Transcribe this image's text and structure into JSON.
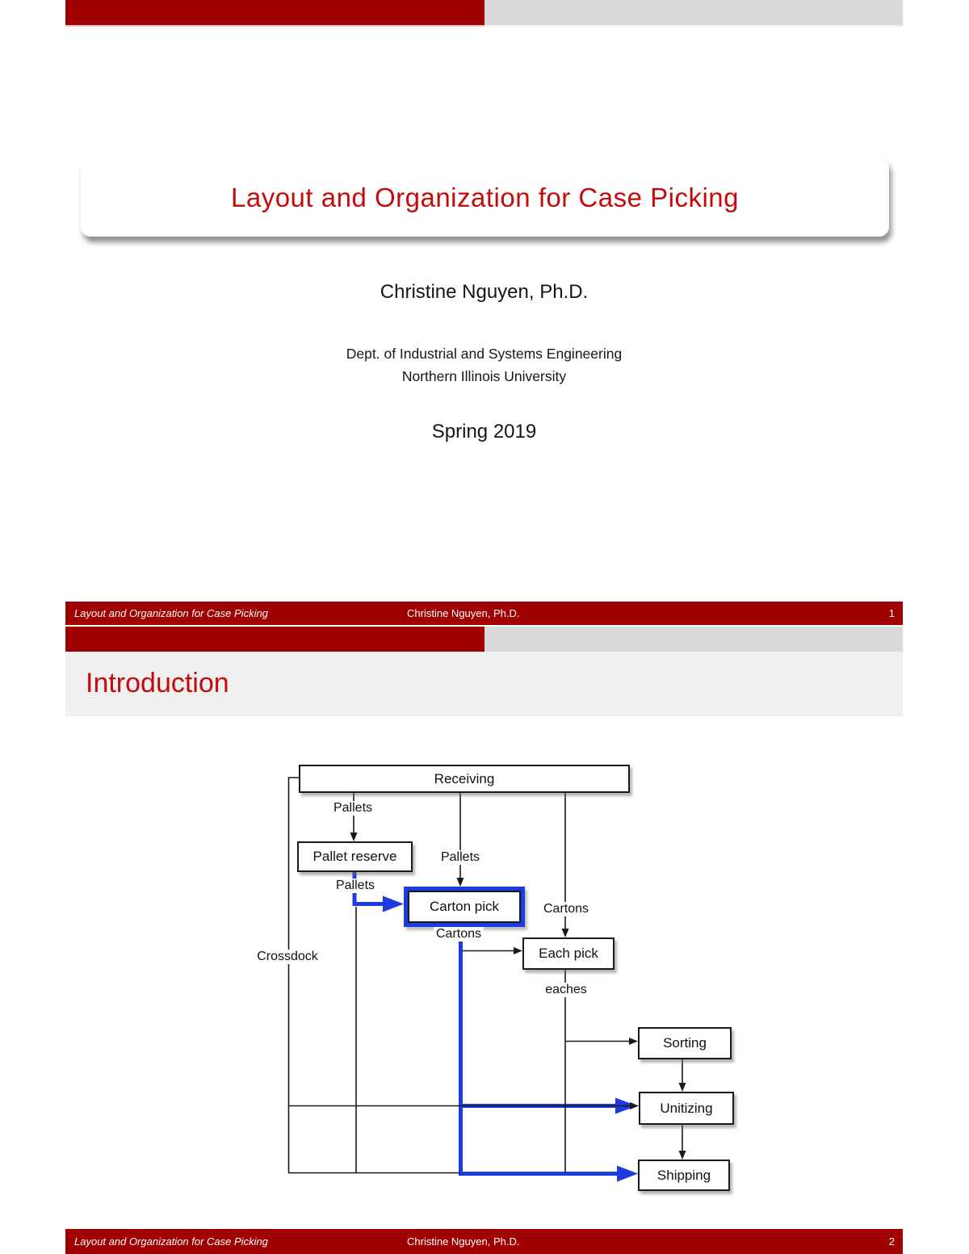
{
  "colors": {
    "bar_dark_red": "#a00000",
    "title_red": "#c40b0b",
    "flow_blue": "#1d3be0",
    "header_gray": "#d9d9d9",
    "frametitle_band_gray": "#f0f0f0"
  },
  "footer": {
    "title": "Layout and Organization for Case Picking",
    "author": "Christine Nguyen, Ph.D."
  },
  "slide1": {
    "title": "Layout and Organization for Case Picking",
    "author": "Christine Nguyen, Ph.D.",
    "institute_line1": "Dept. of Industrial and Systems Engineering",
    "institute_line2": "Northern Illinois University",
    "date": "Spring 2019",
    "page": "1"
  },
  "slide2": {
    "frametitle": "Introduction",
    "page": "2",
    "diagram": {
      "boxes": {
        "receiving": "Receiving",
        "pallet_reserve": "Pallet reserve",
        "carton_pick": "Carton pick",
        "each_pick": "Each pick",
        "sorting": "Sorting",
        "unitizing": "Unitizing",
        "shipping": "Shipping"
      },
      "labels": {
        "pallets_to_reserve": "Pallets",
        "pallets_to_carton_pick": "Pallets",
        "pallets_reserve_to_carton": "Pallets",
        "cartons_to_each_pick": "Cartons",
        "cartons_carton_to_each": "Cartons",
        "crossdock": "Crossdock",
        "eaches": "eaches"
      }
    }
  }
}
